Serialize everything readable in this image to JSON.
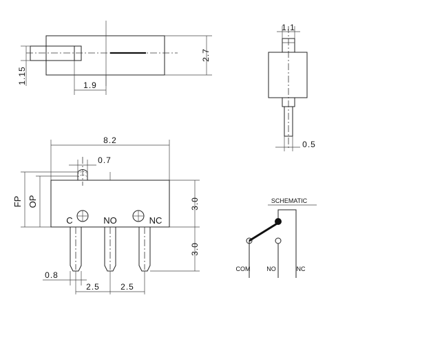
{
  "top_view": {
    "dim_width": "2.7",
    "dim_offset": "1.9",
    "dim_height": "1.15"
  },
  "side_view": {
    "dim_actuator": "1.1",
    "dim_pin": "0.5"
  },
  "front_view": {
    "dim_length": "8.2",
    "dim_actuator": "0.7",
    "label_fp": "FP",
    "label_op": "OP",
    "dim_body_height": "3.0",
    "dim_pin_length": "3.0",
    "dim_pin_width": "0.8",
    "dim_pitch_1": "2.5",
    "dim_pitch_2": "2.5",
    "terminal_c": "C",
    "terminal_no": "NO",
    "terminal_nc": "NC"
  },
  "schematic": {
    "title": "SCHEMATIC",
    "com": "COM",
    "no": "NO",
    "nc": "NC"
  }
}
